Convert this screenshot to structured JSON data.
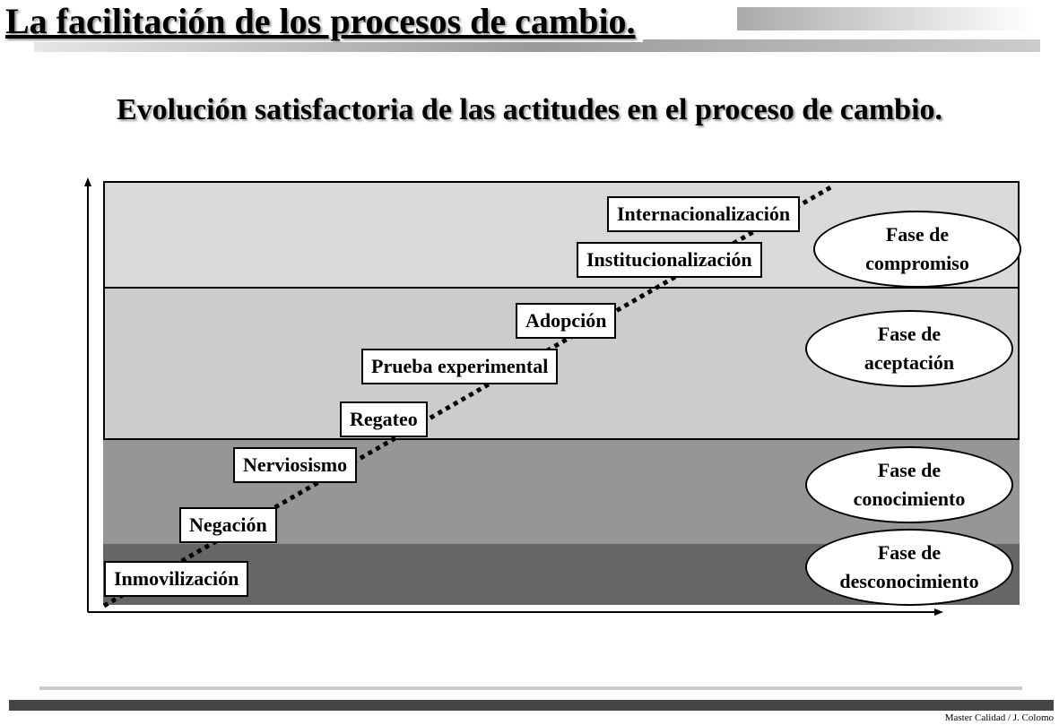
{
  "header": {
    "title": "La facilitación de los procesos de cambio."
  },
  "subtitle": "Evolución satisfactoria de las actitudes en el proceso de cambio.",
  "stages": [
    "Inmovilización",
    "Negación",
    "Nerviosismo",
    "Regateo",
    "Prueba experimental",
    "Adopción",
    "Institucionalización",
    "Internacionalización"
  ],
  "phases": [
    {
      "line1": "Fase de",
      "line2": "compromiso"
    },
    {
      "line1": "Fase de",
      "line2": "aceptación"
    },
    {
      "line1": "Fase de",
      "line2": "conocimiento"
    },
    {
      "line1": "Fase de",
      "line2": "desconocimiento"
    }
  ],
  "colors": {
    "band_compromiso": "#d9d9d9",
    "band_aceptacion": "#cccccc",
    "band_conocimiento": "#969696",
    "band_desconocimiento": "#666666"
  },
  "footer": {
    "credit": "Master Calidad / J. Colomo"
  }
}
